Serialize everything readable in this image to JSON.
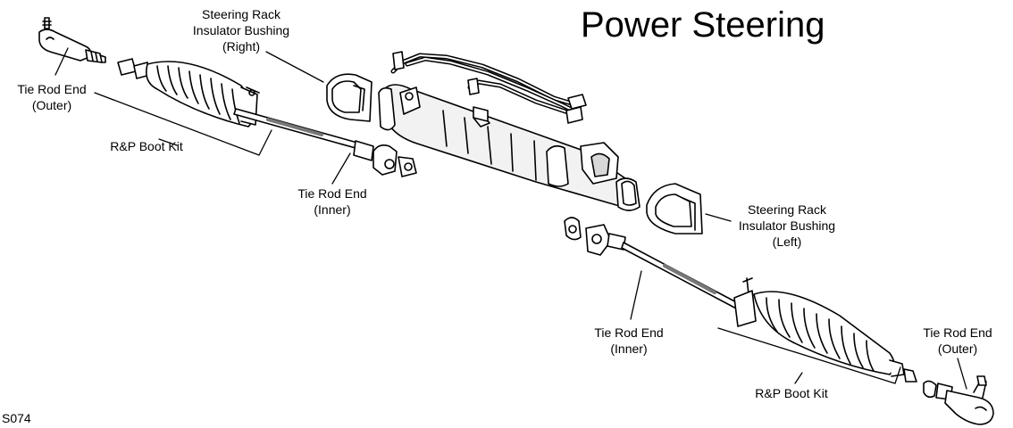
{
  "title": "Power Steering",
  "figure_code": "S074",
  "colors": {
    "ink": "#000000",
    "part_fill": "#f2f2f2",
    "shade": "#9a9a9a"
  },
  "labels": {
    "tie_rod_outer_right": {
      "line1": "Tie Rod End",
      "line2": "(Outer)"
    },
    "tie_rod_inner_right": {
      "line1": "Tie Rod End",
      "line2": "(Inner)"
    },
    "boot_kit_right": {
      "line1": "R&P Boot Kit"
    },
    "bushing_right": {
      "line1": "Steering Rack",
      "line2": "Insulator Bushing",
      "line3": "(Right)"
    },
    "bushing_left": {
      "line1": "Steering Rack",
      "line2": "Insulator Bushing",
      "line3": "(Left)"
    },
    "tie_rod_inner_left": {
      "line1": "Tie Rod End",
      "line2": "(Inner)"
    },
    "tie_rod_outer_left": {
      "line1": "Tie Rod End",
      "line2": "(Outer)"
    },
    "boot_kit_left": {
      "line1": "R&P Boot Kit"
    }
  }
}
